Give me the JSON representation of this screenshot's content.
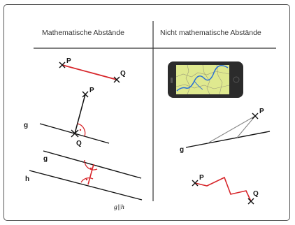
{
  "columns": {
    "left_title": "Mathematische Abstände",
    "right_title": "Nicht mathematische Abstände"
  },
  "labels": {
    "p1": "P",
    "q1": "Q",
    "p2": "P",
    "g2": "g",
    "q2": "Q",
    "g3": "g",
    "h3": "h",
    "parallel": "g||h",
    "p4": "P",
    "g4": "g",
    "p5": "P",
    "q5": "Q"
  },
  "colors": {
    "accent": "#d7262b",
    "line": "#222222",
    "grey_line": "#777777",
    "map_land": "#dfe98f",
    "map_river": "#2a6fd6",
    "phone_body": "#2b2b2b"
  },
  "icons": {
    "phone": "smartphone-map-icon",
    "right_angle": "right-angle-marker-icon"
  }
}
